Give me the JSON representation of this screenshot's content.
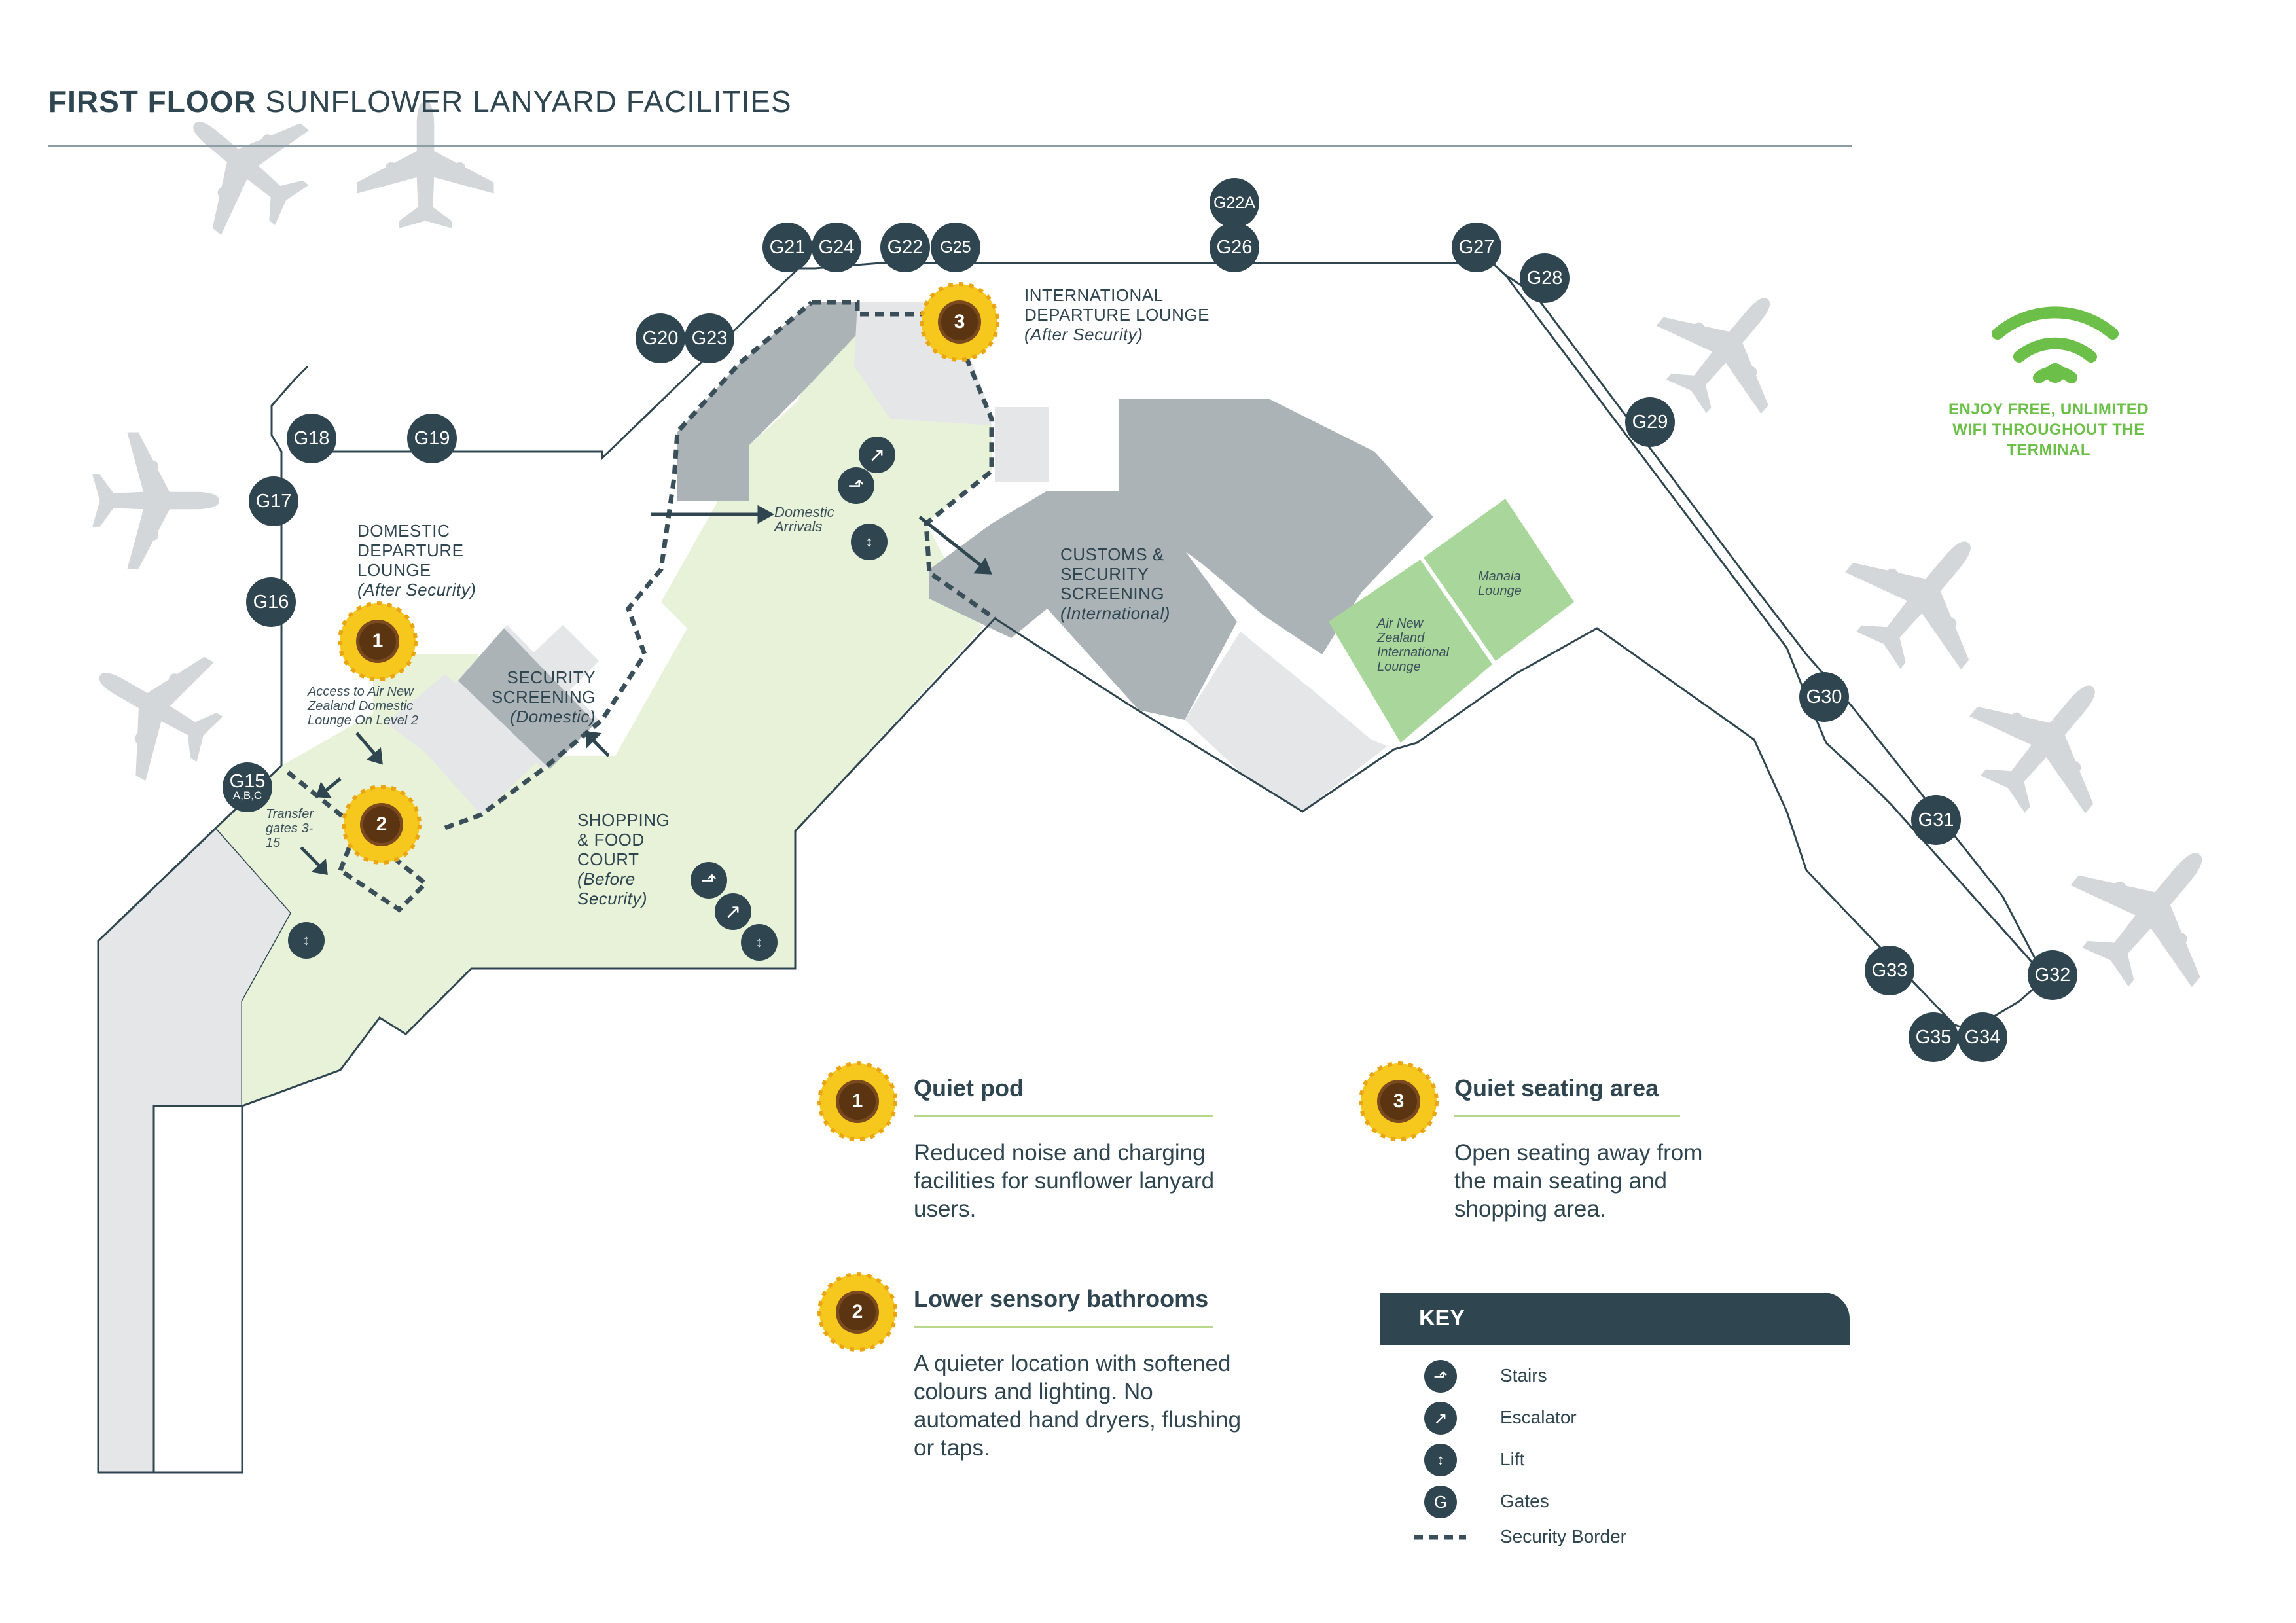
{
  "header": {
    "title_bold": "FIRST FLOOR",
    "title_light": "SUNFLOWER LANYARD FACILITIES"
  },
  "gates": {
    "g15": "G15",
    "g15_sub": "A,B,C",
    "g16": "G16",
    "g17": "G17",
    "g18": "G18",
    "g19": "G19",
    "g20": "G20",
    "g23": "G23",
    "g21": "G21",
    "g24": "G24",
    "g22": "G22",
    "g25": "G25",
    "g22a": "G22A",
    "g26": "G26",
    "g27": "G27",
    "g28": "G28",
    "g29": "G29",
    "g30": "G30",
    "g31": "G31",
    "g32": "G32",
    "g33": "G33",
    "g34": "G34",
    "g35": "G35"
  },
  "areas": {
    "domestic_lounge": "DOMESTIC DEPARTURE LOUNGE",
    "domestic_lounge_note": "(After Security)",
    "intl_lounge": "INTERNATIONAL DEPARTURE LOUNGE",
    "intl_lounge_note": "(After Security)",
    "security_screening": "SECURITY SCREENING",
    "security_screening_note": "(Domestic)",
    "shopping": "SHOPPING & FOOD COURT",
    "shopping_note": "(Before Security)",
    "customs": "CUSTOMS & SECURITY SCREENING",
    "customs_note": "(International)",
    "domestic_arrivals": "Domestic Arrivals",
    "access_note": "Access to Air New Zealand Domestic Lounge On Level 2",
    "transfer_note": "Transfer gates 3-15",
    "air_nz_lounge": "Air New Zealand International Lounge",
    "manaia_lounge": "Manaia Lounge"
  },
  "markers": {
    "m1": "1",
    "m2": "2",
    "m3": "3"
  },
  "wifi": {
    "text": "ENJOY FREE, UNLIMITED WIFI THROUGHOUT THE TERMINAL",
    "color": "#6cc04a"
  },
  "legend": {
    "quiet_pod": {
      "number": "1",
      "title": "Quiet pod",
      "body": "Reduced noise and charging facilities for sunflower lanyard users."
    },
    "bathrooms": {
      "number": "2",
      "title": "Lower sensory bathrooms",
      "body": "A quieter location with softened colours and lighting. No automated hand dryers, flushing or taps."
    },
    "quiet_seating": {
      "number": "3",
      "title": "Quiet seating area",
      "body": "Open seating away from the main seating and shopping area."
    }
  },
  "key": {
    "title": "KEY",
    "stairs": "Stairs",
    "escalator": "Escalator",
    "lift": "Lift",
    "gates": "Gates",
    "gate_symbol": "G",
    "security_border": "Security Border"
  },
  "colors": {
    "dark": "#2f4550",
    "grey_area": "#abb3b7",
    "light_grey": "#e5e6e7",
    "green_area": "#e7f2d9",
    "lounge_green": "#a9d69a",
    "plane": "#d3d7d9"
  },
  "icons": {
    "stairs": "stairs-icon",
    "escalator": "escalator-icon",
    "lift": "lift-icon",
    "wifi": "wifi-icon",
    "plane": "plane-icon",
    "sunflower": "sunflower-icon"
  }
}
